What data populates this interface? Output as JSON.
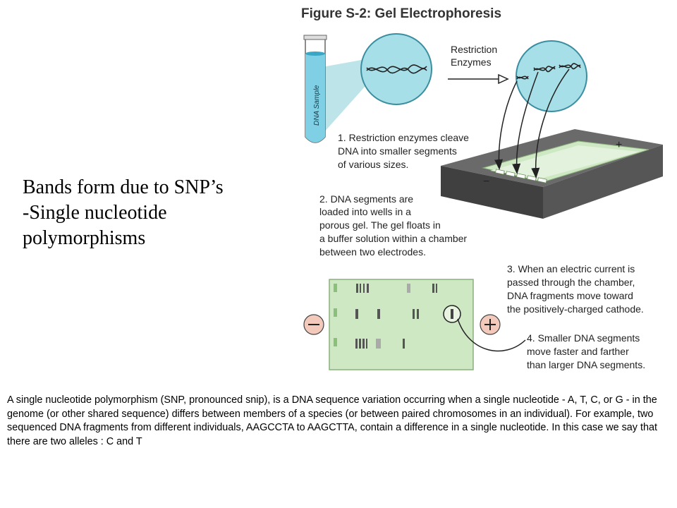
{
  "heading": {
    "lines": [
      "Bands form due to SNP’s",
      "-Single nucleotide",
      "polymorphisms"
    ]
  },
  "figure": {
    "title": "Figure S-2: Gel Electrophoresis",
    "tube_label": "DNA Sample",
    "arrow_label": [
      "Restriction",
      "Enzymes"
    ],
    "step1": [
      "1. Restriction enzymes cleave",
      "DNA into smaller segments",
      "of various sizes."
    ],
    "step2": [
      "2. DNA segments are",
      "loaded into wells in a",
      "porous gel.  The gel floats in",
      "a buffer solution within a chamber",
      "between two electrodes."
    ],
    "step3": [
      "3. When an electric current is",
      "passed through the chamber,",
      "DNA fragments move toward",
      "the positively-charged cathode."
    ],
    "step4": [
      "4. Smaller DNA segments",
      "move faster and farther",
      "than larger DNA segments."
    ],
    "minus_symbol": "−",
    "plus_symbol": "+",
    "colors": {
      "circle_fill": "#a7dfe8",
      "circle_stroke": "#3b8ea0",
      "gel_fill": "#cfe8c4",
      "electrode_fill": "#f3c9bc",
      "chamber_dark": "#505050"
    }
  },
  "paragraph": "A single nucleotide polymorphism (SNP, pronounced snip), is a DNA sequence variation occurring when a single nucleotide - A, T, C, or G - in the genome (or other shared sequence) differs between members of a species (or between paired chromosomes in an individual). For example, two sequenced DNA fragments from different individuals, AAGCCTA to AAGCTTA, contain a difference in a single nucleotide. In this case we say that there are two alleles : C and T"
}
